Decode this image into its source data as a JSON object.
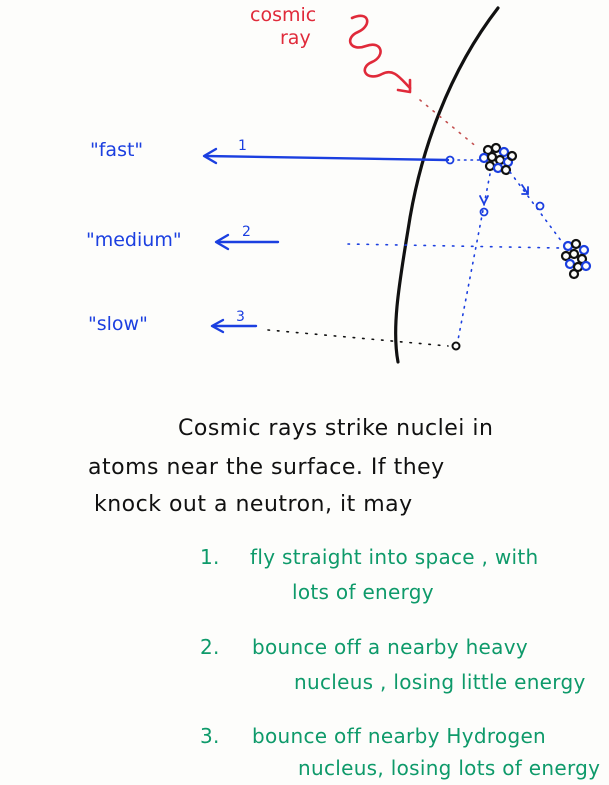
{
  "colors": {
    "red": "#e02a3a",
    "blue": "#1b3fe0",
    "green": "#0e9a6a",
    "black": "#111111",
    "dots_red": "#c45050"
  },
  "diagram": {
    "cosmic_ray_line1": "cosmic",
    "cosmic_ray_line2": "ray",
    "speeds": [
      {
        "label": "\"fast\"",
        "number": "1"
      },
      {
        "label": "\"medium\"",
        "number": "2"
      },
      {
        "label": "\"slow\"",
        "number": "3"
      }
    ]
  },
  "text": {
    "intro_line1": "Cosmic rays strike nuclei in",
    "intro_line2": "atoms near the surface.  If they",
    "intro_line3": "knock out a neutron, it may",
    "items": [
      {
        "num": "1.",
        "line1": "fly straight into space , with",
        "line2": "lots of energy"
      },
      {
        "num": "2.",
        "line1": "bounce off a nearby heavy",
        "line2": "nucleus , losing little energy"
      },
      {
        "num": "3.",
        "line1": "bounce off nearby Hydrogen",
        "line2": "nucleus, losing lots of energy"
      }
    ]
  }
}
